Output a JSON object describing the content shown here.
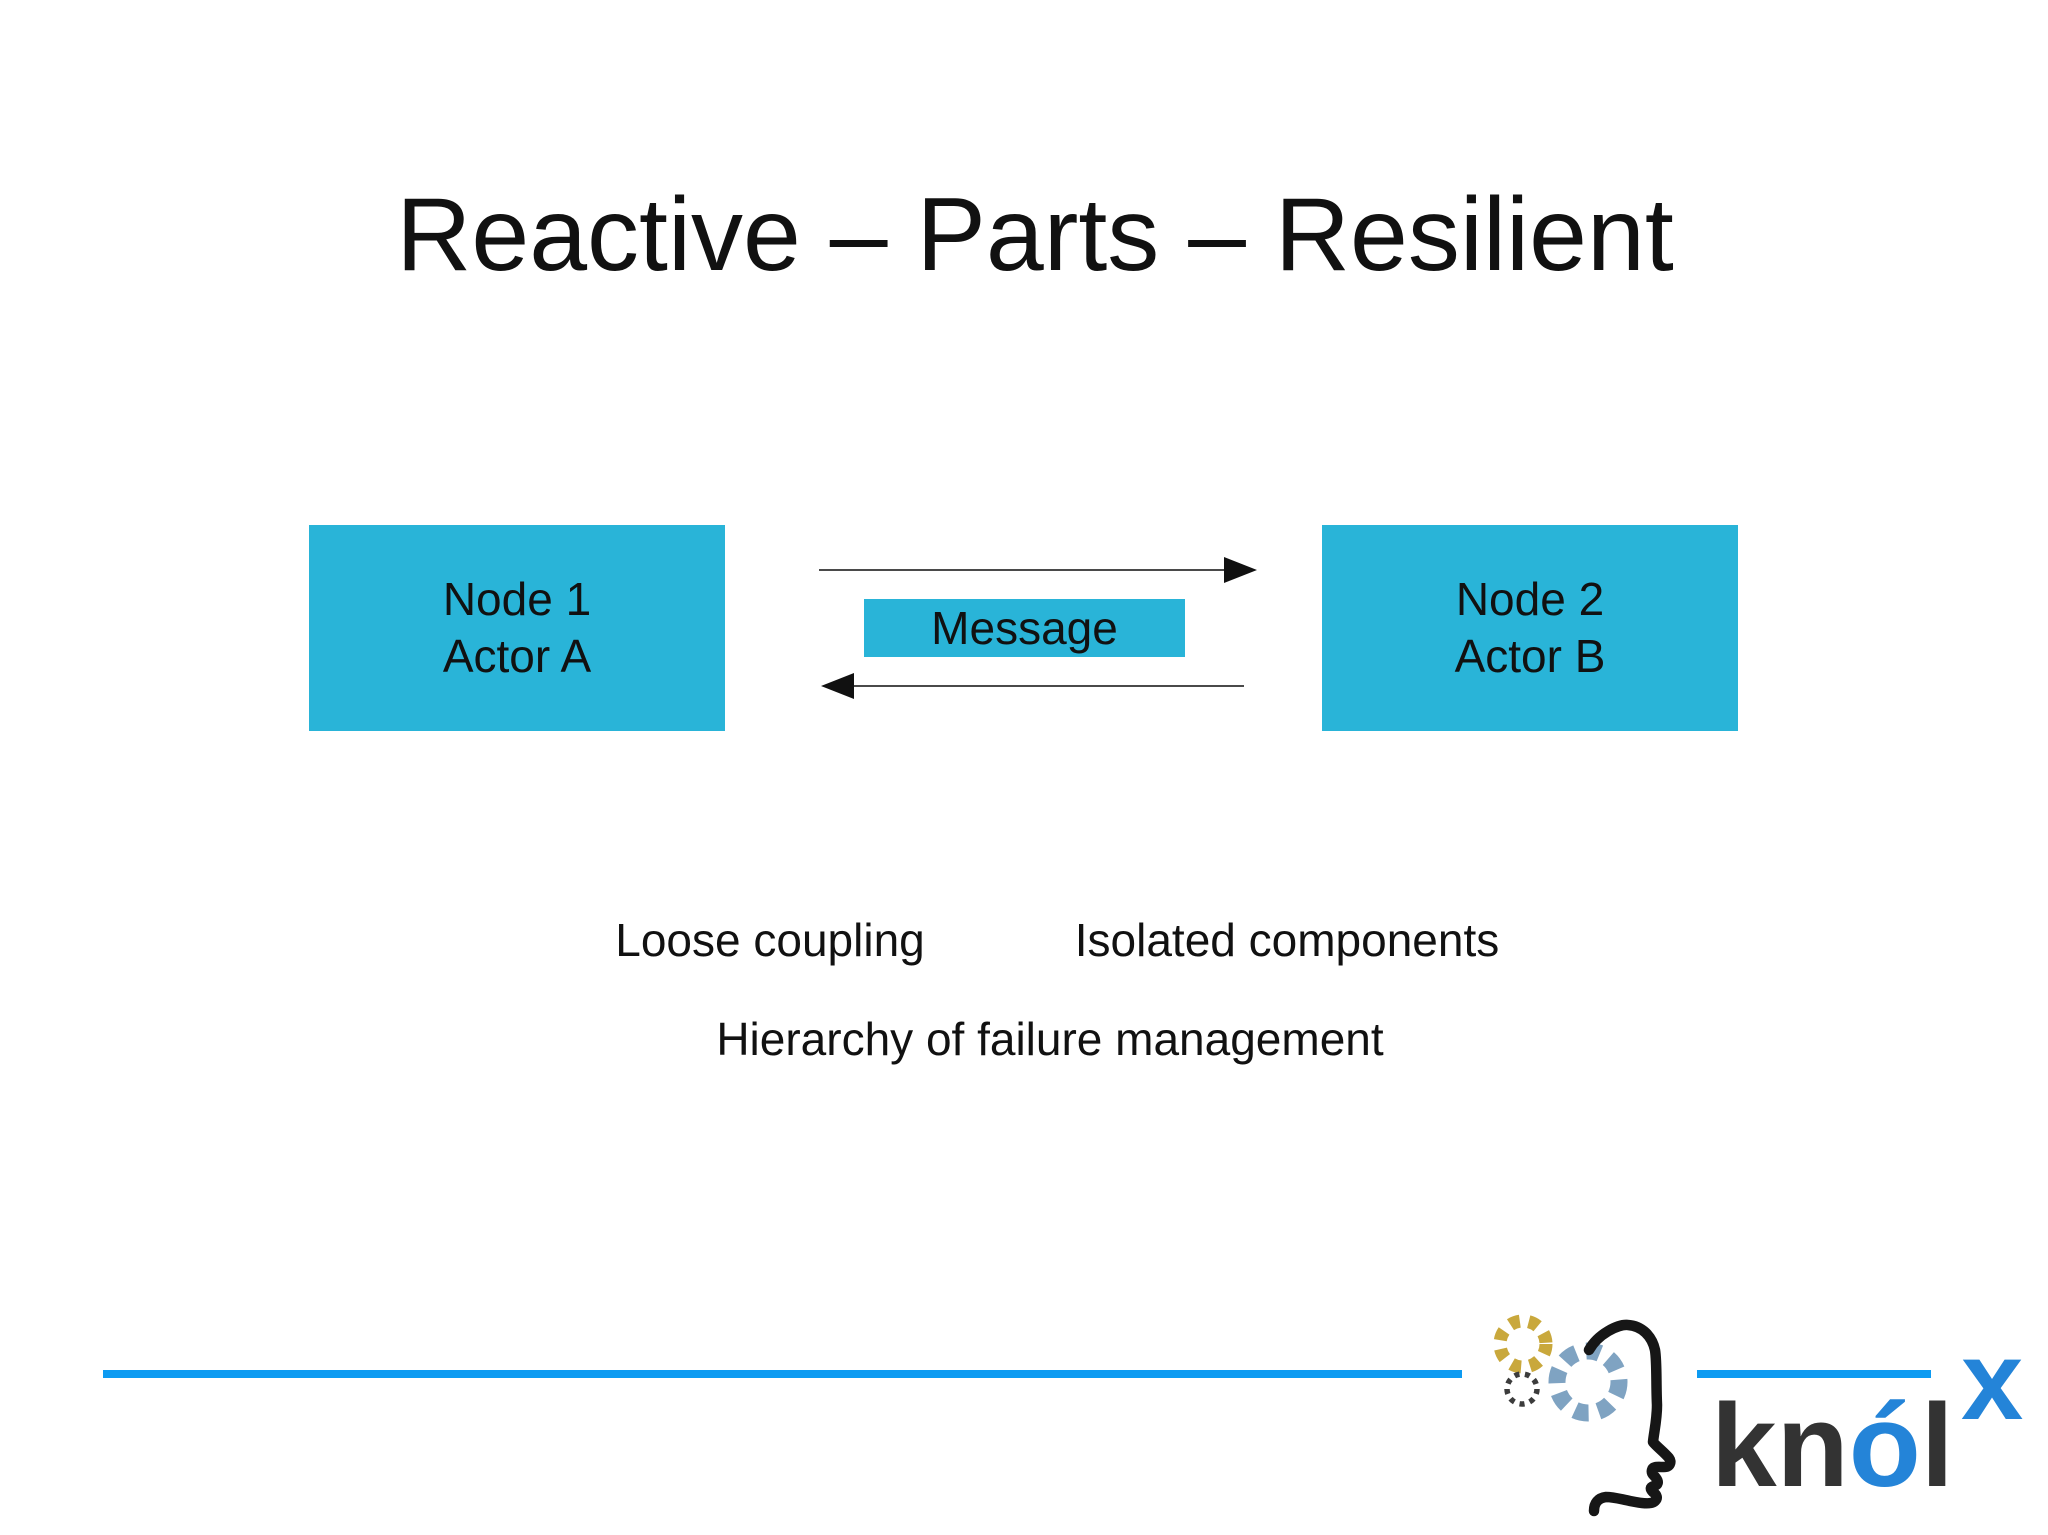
{
  "slide": {
    "title": "Reactive – Parts – Resilient",
    "nodes": [
      {
        "line1": "Node 1",
        "line2": "Actor A"
      },
      {
        "line1": "Node 2",
        "line2": "Actor B"
      }
    ],
    "message_label": "Message",
    "notes": {
      "loose": "Loose coupling",
      "isolated": "Isolated components",
      "hierarchy": "Hierarchy of failure management"
    },
    "logo": {
      "kn": "kn",
      "o": "ó",
      "l": "l",
      "x": "x",
      "icons": [
        "gear-gold-icon",
        "gear-slate-icon",
        "gear-dot-icon",
        "head-profile-icon"
      ]
    }
  },
  "colors": {
    "text": "#111111",
    "node_fill": "#29b4d8",
    "arrow_line": "#4a4a4a",
    "arrow_head": "#111111",
    "rule_blue": "#0d9bf2",
    "logo_blue": "#2484d8",
    "logo_dark": "#333333",
    "head_stroke": "#161616",
    "gear_gold": "#c9a83c",
    "gear_slate": "#7fa3c2",
    "gear_dot": "#3c3c3c"
  }
}
